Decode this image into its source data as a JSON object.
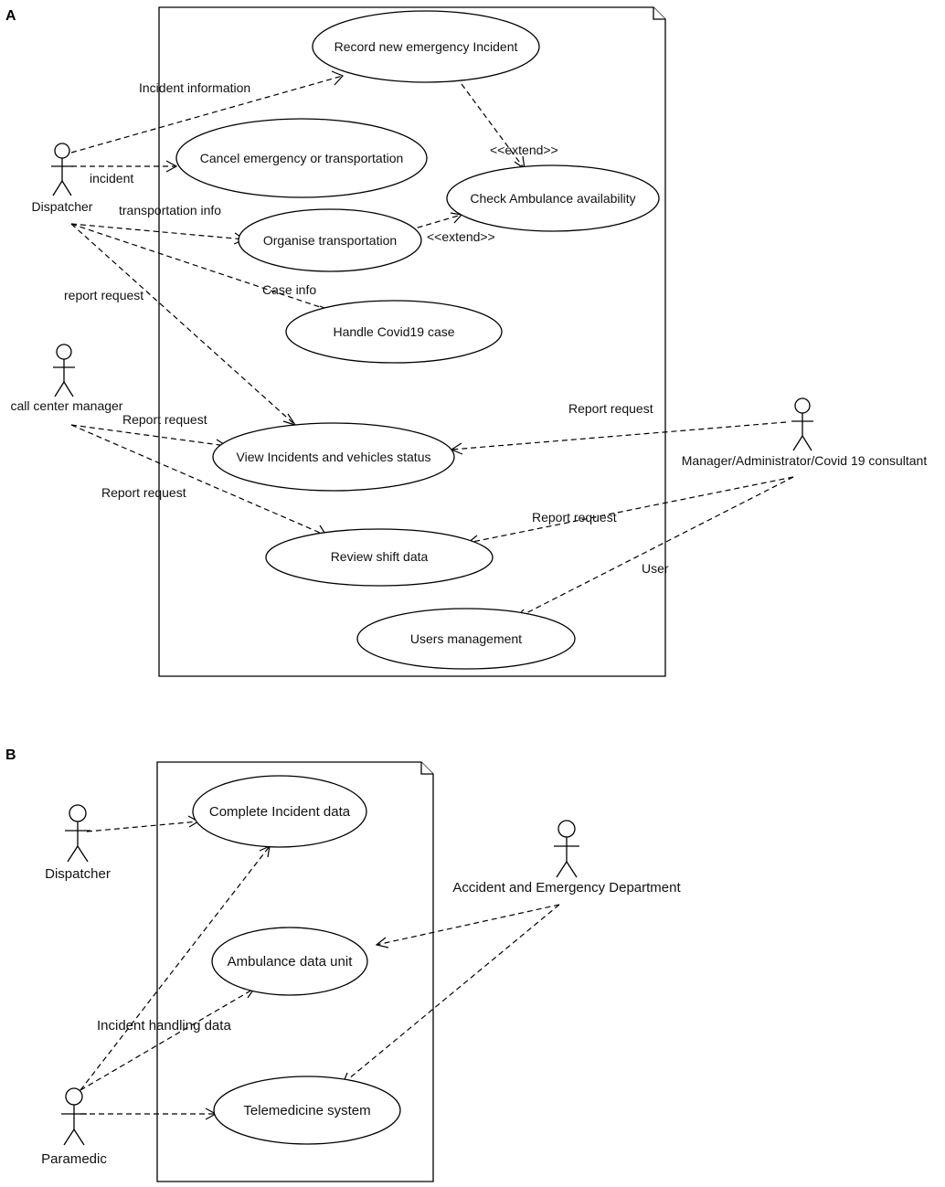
{
  "panel_a": {
    "label": "A",
    "use_cases": {
      "record_incident": "Record new emergency Incident",
      "cancel_emergency": "Cancel emergency or transportation",
      "check_ambulance": "Check Ambulance availability",
      "organise_transport": "Organise transportation",
      "handle_covid": "Handle Covid19 case",
      "view_status": "View Incidents and vehicles status",
      "review_shift": "Review shift data",
      "users_management": "Users management"
    },
    "actors": {
      "dispatcher": "Dispatcher",
      "call_center_manager": "call center manager",
      "manager_admin": "Manager/Administrator/Covid 19 consultant"
    },
    "edge_labels": {
      "incident_information": "Incident information",
      "incident": "incident",
      "transportation_info": "transportation info",
      "case_info": "Case info",
      "report_request_dispatcher": "report request",
      "report_request_ccm_view": "Report request",
      "report_request_ccm_shift": "Report request",
      "report_request_mgr_view": "Report request",
      "report_request_mgr_shift": "Report request",
      "user": "User",
      "extend_record": "<<extend>>",
      "extend_organise": "<<extend>>"
    }
  },
  "panel_b": {
    "label": "B",
    "use_cases": {
      "complete_incident": "Complete Incident data",
      "ambulance_data": "Ambulance data unit",
      "telemedicine": "Telemedicine system"
    },
    "actors": {
      "dispatcher": "Dispatcher",
      "aed": "Accident and Emergency Department",
      "paramedic": "Paramedic"
    },
    "edge_labels": {
      "incident_handling_data": "Incident handling data"
    }
  }
}
